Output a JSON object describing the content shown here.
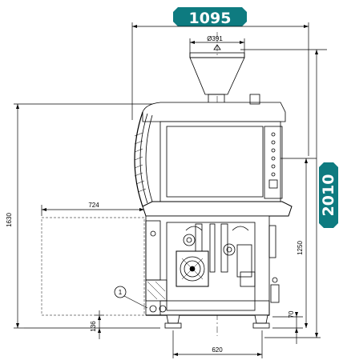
{
  "colors": {
    "badge": "#0e7b80",
    "line": "#000000",
    "dashed": "#555555"
  },
  "badges": {
    "width": "1095",
    "height": "2010"
  },
  "dimensions": {
    "hopper_diameter": "Ø391",
    "overall_height": "1630",
    "side_width": "724",
    "table_height": "1250",
    "foot_height": "70",
    "base_height": "136",
    "foot_span": "620"
  },
  "callout": {
    "number": "1"
  }
}
